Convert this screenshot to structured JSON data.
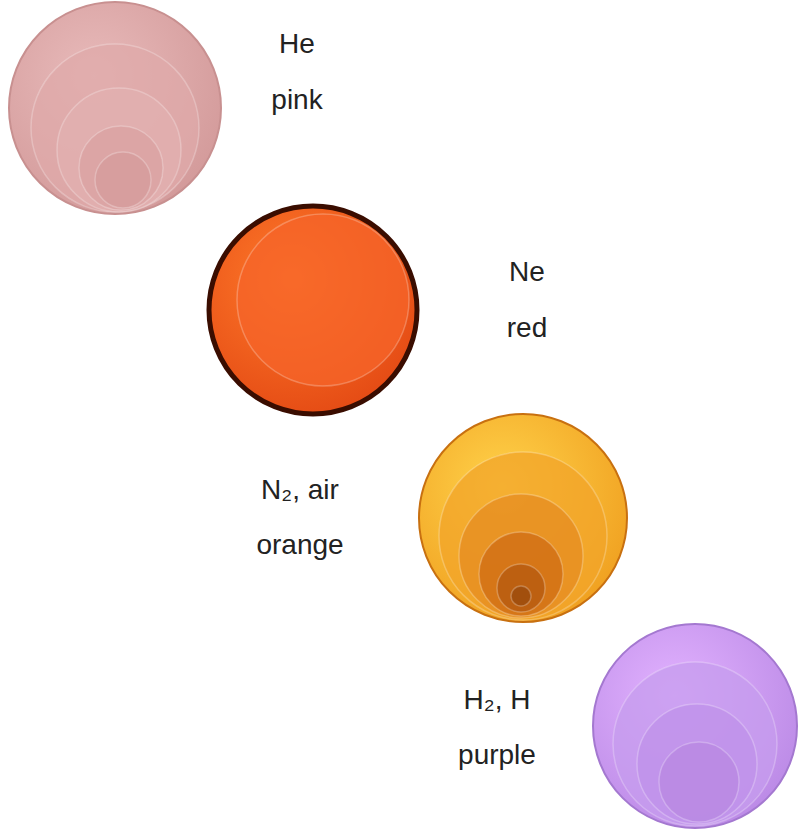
{
  "diagram": {
    "nodes": [
      {
        "text": [
          "He",
          "pink"
        ]
      },
      {
        "text": [
          "Ne",
          "red"
        ]
      },
      {
        "text": [
          "N₂, air",
          "orange"
        ]
      },
      {
        "text": [
          "H₂, H",
          "purple"
        ]
      }
    ]
  }
}
